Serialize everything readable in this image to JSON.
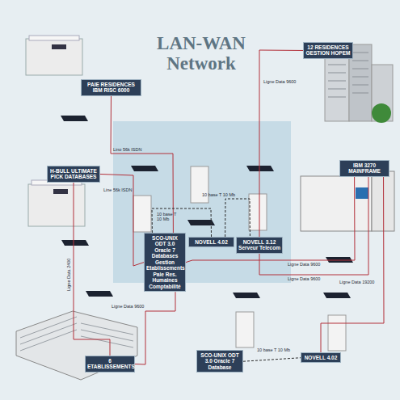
{
  "diagram": {
    "title": "LAN-WAN Network",
    "nodes": [
      {
        "text": [
          "PAIE RESIDENCES IBM RISC 6000"
        ]
      },
      {
        "text": [
          "12 RESIDENCES GESTION HOPEM"
        ]
      },
      {
        "text": [
          "H-BULL ULTIMATE PICK DATABASES"
        ]
      },
      {
        "text": [
          "IBM 3270 MAINFRAME"
        ]
      },
      {
        "text": [
          "SCO-UNIX ODT 3.0 Oracle 7 Databases Gestion Etablissements Paie Res. Humaines Comptabilité"
        ]
      },
      {
        "text": [
          "NOVELL 4.02"
        ]
      },
      {
        "text": [
          "NOVELL 3.12 Serveur Telecom"
        ]
      },
      {
        "text": [
          "6 ETABLISSEMENTS"
        ]
      },
      {
        "text": [
          "SCO-UNIX ODT 3.0 Oracle 7 Database"
        ]
      },
      {
        "text": [
          "NOVELL 4.02"
        ]
      }
    ],
    "edges": [
      {
        "from": 0,
        "to": 4,
        "label": "Lino 56k ISDN",
        "arrow": "none"
      },
      {
        "from": 2,
        "to": 4,
        "label": "Line 56k ISDN",
        "arrow": "none"
      },
      {
        "from": 1,
        "to": 6,
        "label": "Ligne Data 9600",
        "arrow": "none"
      },
      {
        "from": 4,
        "to": 3,
        "label": "Ligne Data 9600",
        "arrow": "none"
      },
      {
        "from": 6,
        "to": 3,
        "label": "Ligne Data 9600",
        "arrow": "none"
      },
      {
        "from": 3,
        "to": 9,
        "label": "Ligne Data 19200",
        "arrow": "none"
      },
      {
        "from": 2,
        "to": 7,
        "label": "Ligne Data 2400",
        "arrow": "none"
      },
      {
        "from": 7,
        "to": 4,
        "label": "Ligne Data 9600",
        "arrow": "none"
      },
      {
        "from": 8,
        "to": 9,
        "label": "10 base T 10 Mb",
        "arrow": "none"
      },
      {
        "from": 4,
        "to": 5,
        "label": "10 base T 10 Mb",
        "arrow": "none"
      },
      {
        "from": 5,
        "to": 6,
        "label": "10 base T 10 Mb",
        "arrow": "none"
      }
    ]
  }
}
